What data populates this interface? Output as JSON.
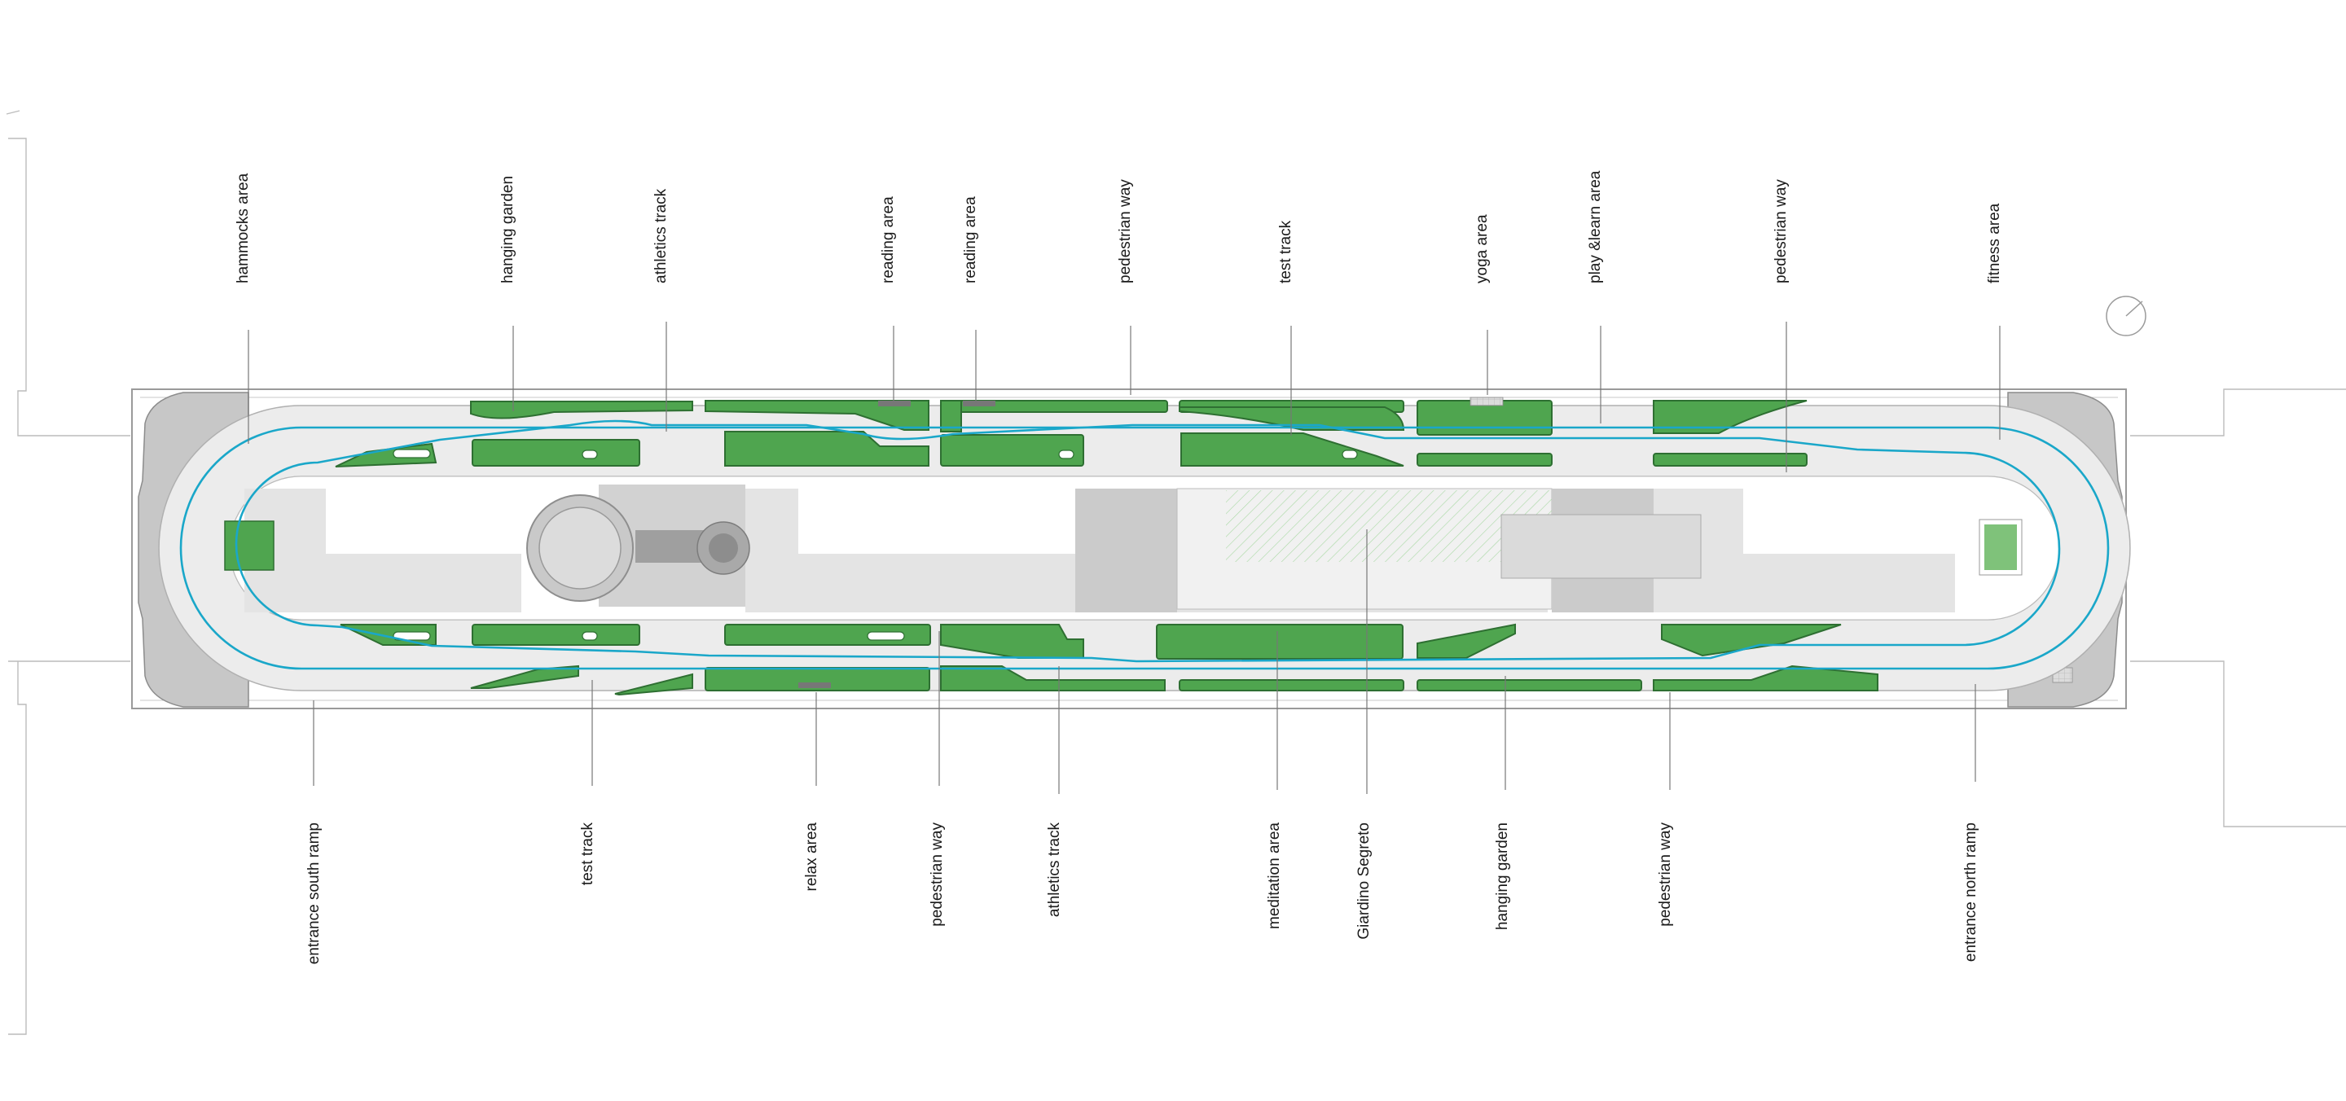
{
  "colors": {
    "green": "#4fa54f",
    "green_light": "#7fc27a",
    "track": "#1aa7c9",
    "paving": "#e6e6e6",
    "structure": "#c9c9c9"
  },
  "labels_top": [
    "hammocks area",
    "hanging garden",
    "athletics track",
    "reading area",
    "reading area",
    "pedestrian way",
    "test track",
    "yoga area",
    "play &learn area",
    "pedestrian way",
    "fitness area"
  ],
  "labels_bottom": [
    "entrance south ramp",
    "test track",
    "relax area",
    "pedestrian way",
    "athletics track",
    "meditation area",
    "Giardino Segreto",
    "hanging garden",
    "pedestrian way",
    "entrance north ramp"
  ],
  "icons": {
    "north_arrow": "north-arrow-icon"
  }
}
